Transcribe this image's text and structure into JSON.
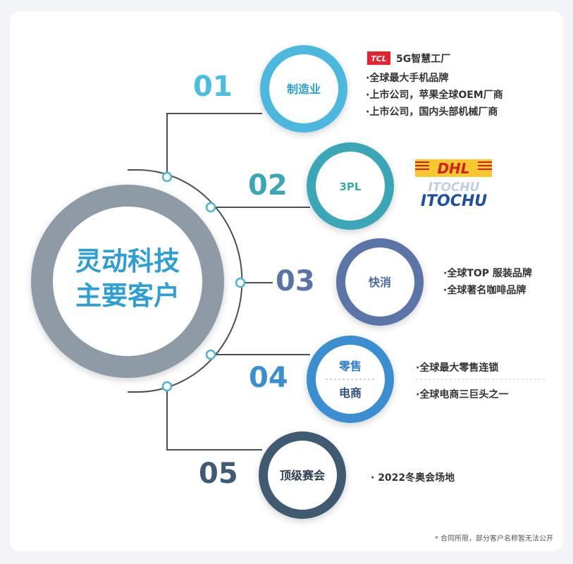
{
  "hub": {
    "line1": "灵动科技",
    "line2": "主要客户"
  },
  "segments": [
    {
      "number": "01",
      "label": "制造业",
      "logo_text": "TCL",
      "headline": "5G智慧工厂",
      "bullets": [
        "·全球最大手机品牌",
        "·上市公司，苹果全球OEM厂商",
        "·上市公司，国内头部机械厂商"
      ],
      "color": "#4db8de"
    },
    {
      "number": "02",
      "label": "3PL",
      "logos": [
        "DHL",
        "ITOCHU",
        "ITOCHU"
      ],
      "color": "#3ba7b6"
    },
    {
      "number": "03",
      "label": "快消",
      "bullets": [
        "·全球TOP 服装品牌",
        "·全球著名咖啡品牌"
      ],
      "color": "#5b74a8"
    },
    {
      "number": "04",
      "label_top": "零售",
      "label_bottom": "电商",
      "bullets": [
        "·全球最大零售连锁",
        "·全球电商三巨头之一"
      ],
      "color": "#3a8fd0"
    },
    {
      "number": "05",
      "label": "顶级赛会",
      "bullets": [
        "· 2022冬奥会场地"
      ],
      "color": "#3f5a72"
    }
  ],
  "footnote": "* 合同所限，部分客户名称暂无法公开",
  "colors": {
    "hub_ring": "#8e9ba7",
    "connector": "#4a4f57",
    "node_fill": "#4bb5cf",
    "tcl_red": "#e4232c",
    "dhl_yellow": "#f7c92f",
    "dhl_red": "#d31f26",
    "itochu_blue": "#1d4fa3"
  }
}
